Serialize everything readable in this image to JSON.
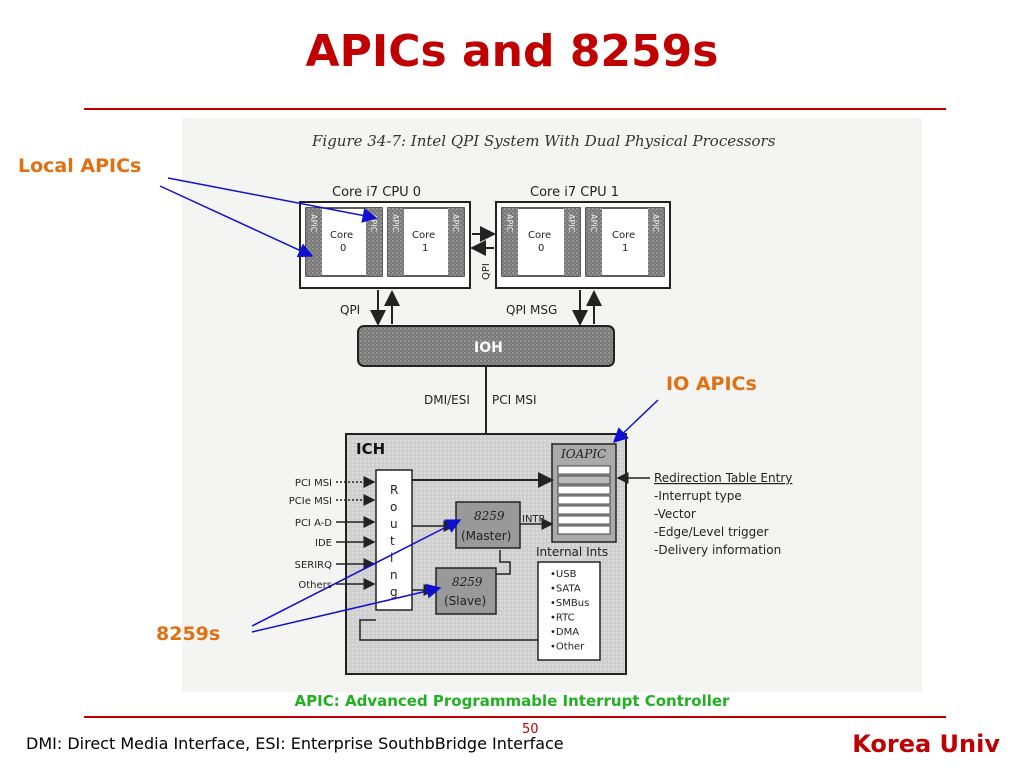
{
  "slide": {
    "title": "APICs and 8259s",
    "footer_note": "APIC: Advanced Programmable Interrupt Controller",
    "definitions": "DMI: Direct Media Interface,   ESI: Enterprise SouthbBridge Interface",
    "page_number": "50",
    "brand": "Korea Univ"
  },
  "callouts": {
    "local_apics": "Local APICs",
    "io_apics": "IO APICs",
    "i8259s": "8259s"
  },
  "figure": {
    "caption": "Figure 34-7: Intel QPI System With Dual Physical Processors",
    "cpu0_label": "Core i7 CPU 0",
    "cpu1_label": "Core i7 CPU 1",
    "apic": "APIC",
    "core0": "Core",
    "core0_num": "0",
    "core1": "Core",
    "core1_num": "1",
    "qpi_vertical": "QPI",
    "qpi_left": "QPI",
    "qpi_msg": "QPI MSG",
    "ioh": "IOH",
    "dmi_esi": "DMI/ESI",
    "pci_msi": "PCI MSI",
    "ich": "ICH",
    "ioapic": "IOAPIC",
    "routing_letters": [
      "R",
      "o",
      "u",
      "t",
      "i",
      "n",
      "g"
    ],
    "inputs": [
      "PCI MSI",
      "PCIe MSI",
      "PCI A-D",
      "IDE",
      "SERIRQ",
      "Others"
    ],
    "master_8259": "8259",
    "master_label": "(Master)",
    "slave_8259": "8259",
    "slave_label": "(Slave)",
    "intr": "INTR",
    "internal_ints": "Internal Ints",
    "internal_list": [
      "•USB",
      "•SATA",
      "•SMBus",
      "•RTC",
      "•DMA",
      "•Other"
    ],
    "redirection_title": "Redirection Table Entry",
    "redirection_items": [
      "-Interrupt type",
      "-Vector",
      "-Edge/Level trigger",
      "-Delivery information"
    ]
  },
  "colors": {
    "title": "#c00000",
    "callout": "#e07010",
    "arrow": "#1010d0",
    "footer_note": "#20b020"
  }
}
